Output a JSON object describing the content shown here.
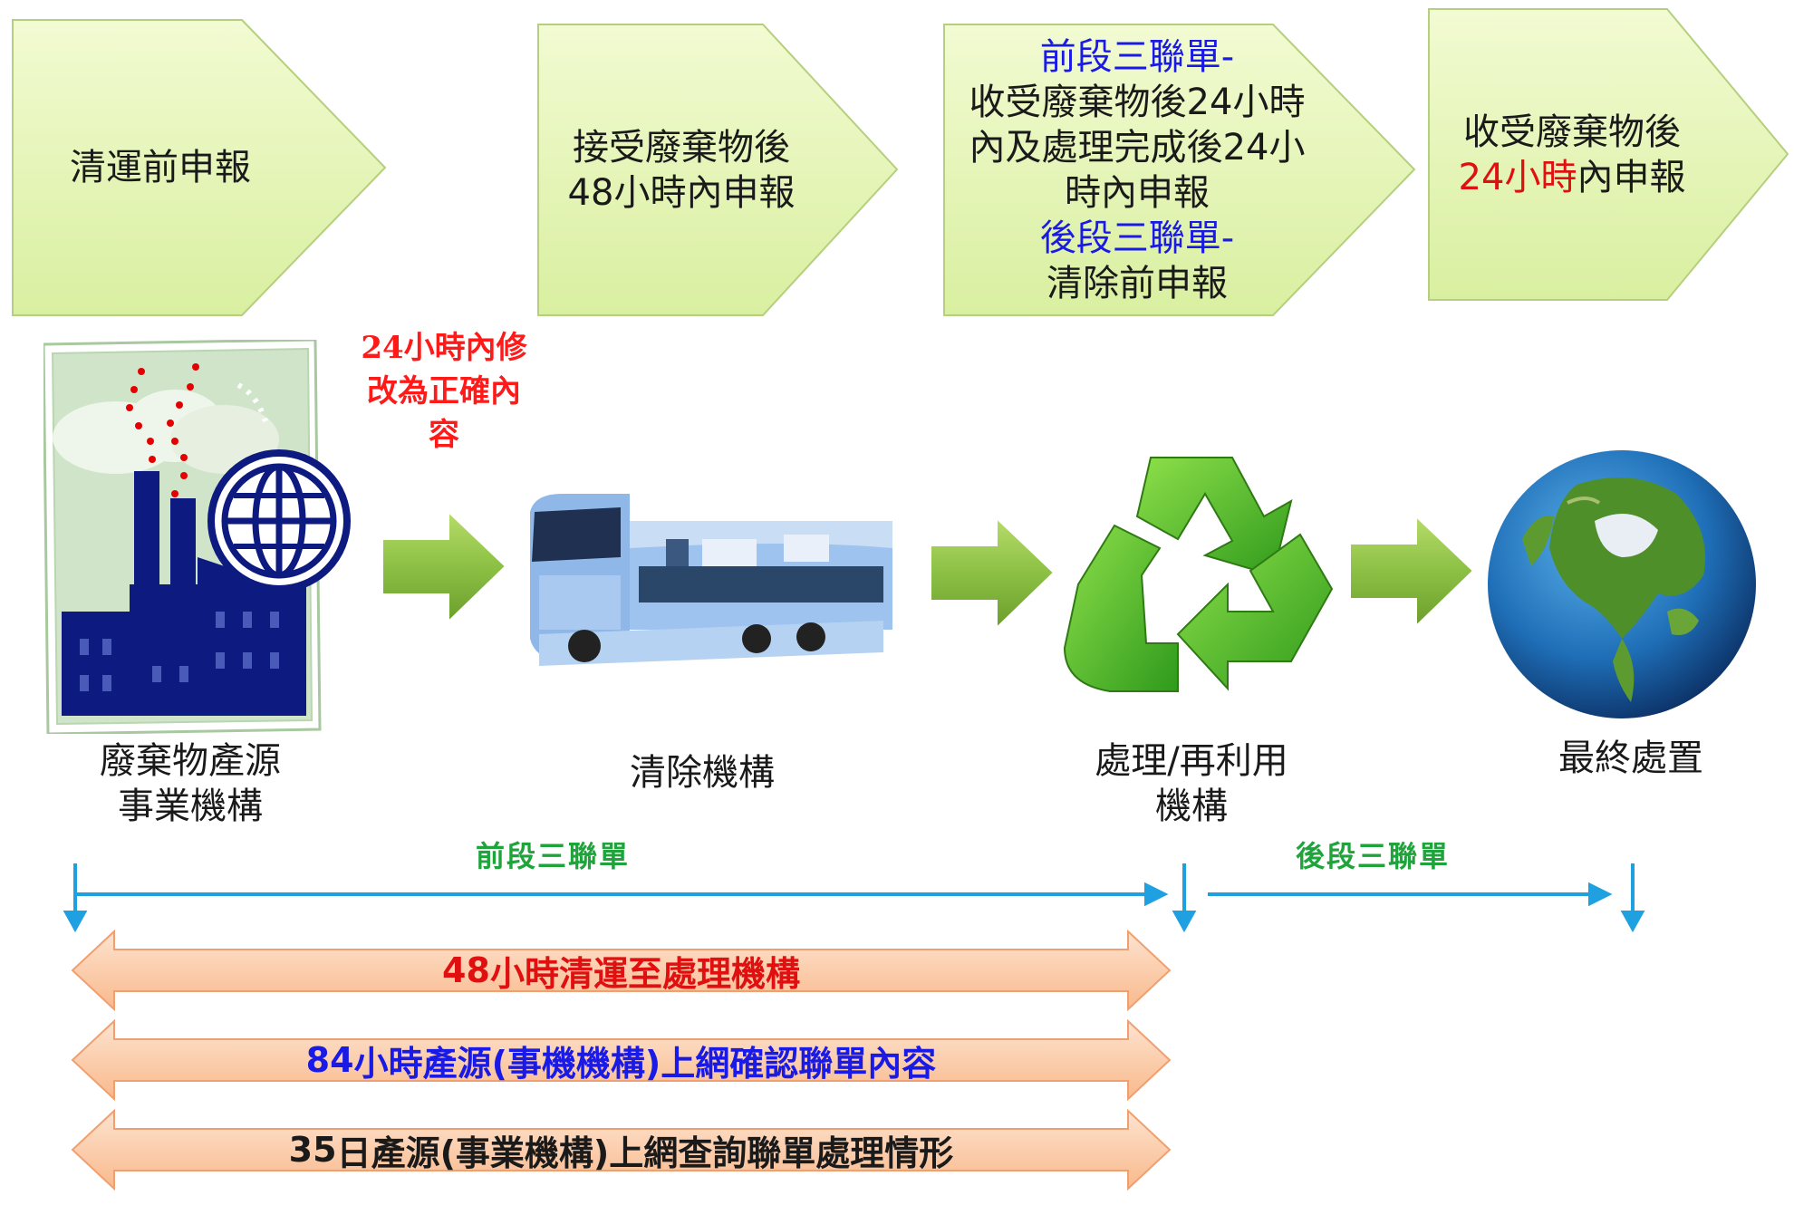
{
  "steps": [
    {
      "lines": [
        [
          {
            "t": "清運前申報",
            "c": ""
          }
        ]
      ]
    },
    {
      "lines": [
        [
          {
            "t": "接受廢棄物後",
            "c": ""
          }
        ],
        [
          {
            "t": "48小時內申報",
            "c": ""
          }
        ]
      ]
    },
    {
      "lines": [
        [
          {
            "t": "前段三聯單-",
            "c": "blue"
          }
        ],
        [
          {
            "t": "收受廢棄物後24小時",
            "c": ""
          }
        ],
        [
          {
            "t": "內及處理完成後24小",
            "c": ""
          }
        ],
        [
          {
            "t": "時內申報",
            "c": ""
          }
        ],
        [
          {
            "t": "後段三聯單-",
            "c": "blue"
          }
        ],
        [
          {
            "t": "清除前申報",
            "c": ""
          }
        ]
      ]
    },
    {
      "lines": [
        [
          {
            "t": "收受廢棄物後",
            "c": ""
          }
        ],
        [
          {
            "t": "24小時",
            "c": "red"
          },
          {
            "t": "內申報",
            "c": ""
          }
        ]
      ]
    }
  ],
  "correction_note": [
    "24小時內修",
    "改為正確內",
    "容"
  ],
  "entities": [
    {
      "lines": [
        "廢棄物產源",
        "事業機構"
      ]
    },
    {
      "lines": [
        "清除機構"
      ]
    },
    {
      "lines": [
        "處理/再利用",
        "機構"
      ]
    },
    {
      "lines": [
        "最終處置"
      ]
    }
  ],
  "stages": {
    "front": "前段三聯單",
    "back": "後段三聯單"
  },
  "bars": [
    {
      "num": "48",
      "rest": "小時清運至處理機構",
      "num_color": "#e01010",
      "rest_color": "#e01010"
    },
    {
      "num": "84",
      "rest": "小時產源(事機機構)上網確認聯單內容",
      "num_color": "#1a1ae6",
      "rest_color": "#1a1ae6"
    },
    {
      "num": "35",
      "rest": "日產源(事業機構)上網查詢聯單處理情形",
      "num_color": "#1a1a1a",
      "rest_color": "#1a1a1a"
    }
  ],
  "icons": [
    "factory-globe-icon",
    "truck-icon",
    "recycle-icon",
    "earth-icon"
  ],
  "colors": {
    "pentagon": "#e6f5b8",
    "arrow": "#8fc24a",
    "bar": "#fbc9a2",
    "line": "#1fa0e0",
    "stage_text": "#1fa43c"
  }
}
